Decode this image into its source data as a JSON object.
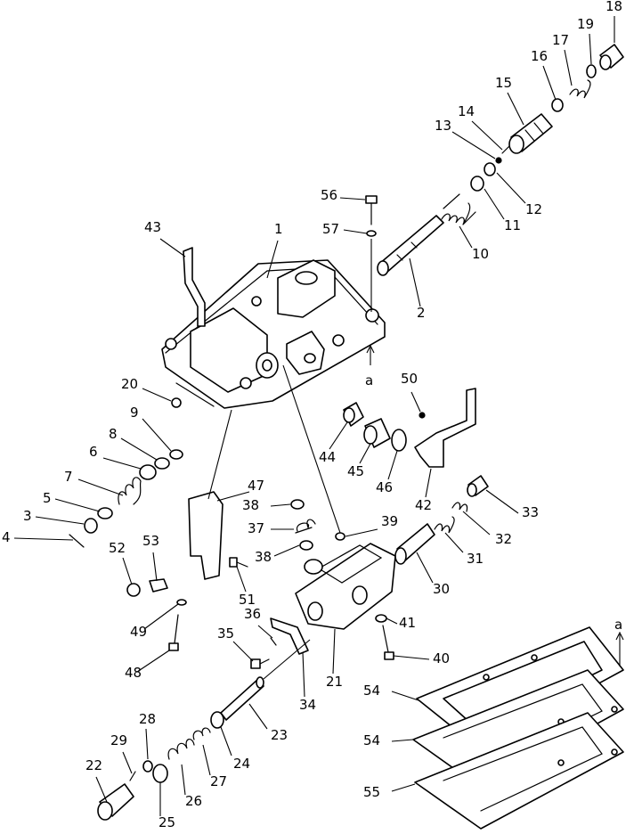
{
  "callouts": [
    {
      "n": "1"
    },
    {
      "n": "2"
    },
    {
      "n": "3"
    },
    {
      "n": "4"
    },
    {
      "n": "5"
    },
    {
      "n": "6"
    },
    {
      "n": "7"
    },
    {
      "n": "8"
    },
    {
      "n": "9"
    },
    {
      "n": "10"
    },
    {
      "n": "11"
    },
    {
      "n": "12"
    },
    {
      "n": "13"
    },
    {
      "n": "14"
    },
    {
      "n": "15"
    },
    {
      "n": "16"
    },
    {
      "n": "17"
    },
    {
      "n": "18"
    },
    {
      "n": "19"
    },
    {
      "n": "20"
    },
    {
      "n": "21"
    },
    {
      "n": "22"
    },
    {
      "n": "23"
    },
    {
      "n": "24"
    },
    {
      "n": "25"
    },
    {
      "n": "26"
    },
    {
      "n": "27"
    },
    {
      "n": "28"
    },
    {
      "n": "29"
    },
    {
      "n": "30"
    },
    {
      "n": "31"
    },
    {
      "n": "32"
    },
    {
      "n": "33"
    },
    {
      "n": "34"
    },
    {
      "n": "35"
    },
    {
      "n": "36"
    },
    {
      "n": "37"
    },
    {
      "n": "38"
    },
    {
      "n": "38"
    },
    {
      "n": "39"
    },
    {
      "n": "40"
    },
    {
      "n": "41"
    },
    {
      "n": "42"
    },
    {
      "n": "43"
    },
    {
      "n": "44"
    },
    {
      "n": "45"
    },
    {
      "n": "46"
    },
    {
      "n": "47"
    },
    {
      "n": "48"
    },
    {
      "n": "49"
    },
    {
      "n": "50"
    },
    {
      "n": "51"
    },
    {
      "n": "52"
    },
    {
      "n": "53"
    },
    {
      "n": "54"
    },
    {
      "n": "54"
    },
    {
      "n": "55"
    },
    {
      "n": "56"
    },
    {
      "n": "57"
    }
  ],
  "reference_marks": [
    {
      "label": "a"
    },
    {
      "label": "a"
    }
  ]
}
